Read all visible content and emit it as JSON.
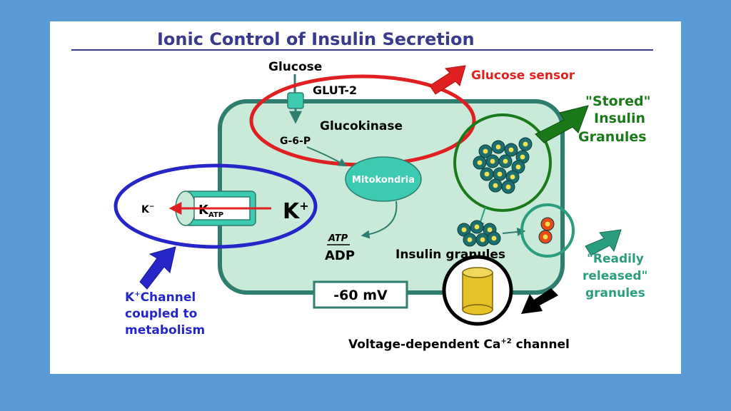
{
  "title": "Ionic Control of Insulin Secretion",
  "labels": {
    "glucose": "Glucose",
    "glut2": "GLUT-2",
    "glucokinase": "Glucokinase",
    "g6p": "G-6-P",
    "glucose_sensor": "Glucose sensor",
    "mitochondria": "Mitokondria",
    "stored_1": "\"Stored\"",
    "stored_2": "Insulin",
    "stored_3": "Granules",
    "katp_main": "K",
    "katp_sub": "ATP",
    "k_out": "K",
    "k_out_sup": "−",
    "k_in": "K",
    "k_in_sup": "+",
    "atp": "ATP",
    "adp": "ADP",
    "insulin_granules": "Insulin granules",
    "readily_1": "\"Readily",
    "readily_2": "released\"",
    "readily_3": "granules",
    "kchannel_1": "K",
    "kchannel_sup": "+",
    "kchannel_1b": "Channel",
    "kchannel_2": "coupled to",
    "kchannel_3": "metabolism",
    "membrane_potential": "-60 mV",
    "ca_channel": "Voltage-dependent Ca",
    "ca_sup": "+2",
    "ca_channel_end": " channel"
  },
  "colors": {
    "background": "#5b9bd5",
    "title": "#3a3a8c",
    "cell_fill": "#c9ead9",
    "cell_border": "#2e7d6e",
    "sensor_red": "#e02020",
    "k_blue": "#2626c8",
    "stored_green": "#1a7a1a",
    "readily_green": "#2a9d7f",
    "granule": "#1d6f6f",
    "granule_core": "#f4e04d",
    "mito": "#3ccab0",
    "ca_gold": "#e6c229"
  }
}
